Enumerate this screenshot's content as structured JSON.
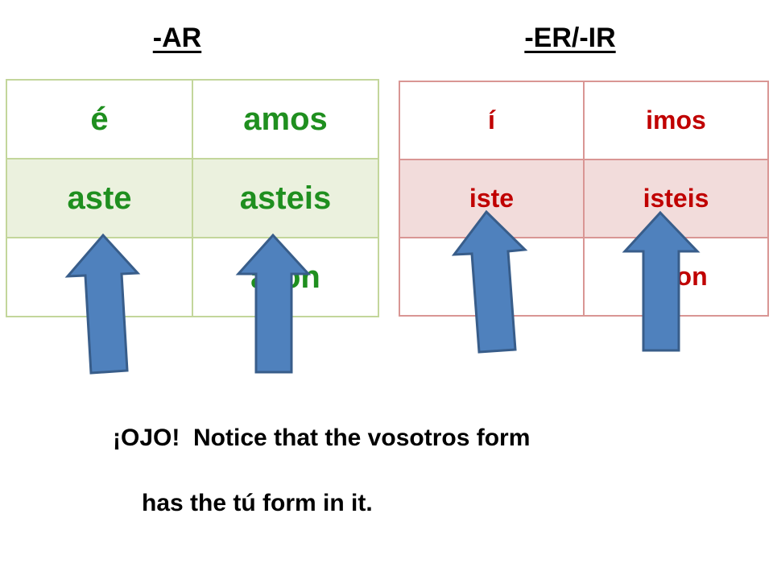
{
  "headings": {
    "ar": "-AR",
    "er_ir": "-ER/-IR"
  },
  "ar_table": {
    "rows": [
      [
        "é",
        "amos"
      ],
      [
        "aste",
        "asteis"
      ],
      [
        "",
        "aron"
      ]
    ]
  },
  "er_ir_table": {
    "rows": [
      [
        "í",
        "imos"
      ],
      [
        "iste",
        "isteis"
      ],
      [
        "",
        "ieron"
      ]
    ]
  },
  "note": {
    "line1": "¡OJO!  Notice that the vosotros form",
    "line2": "has the tú form in it."
  },
  "colors": {
    "ar_text": "#1f8f1f",
    "ar_border": "#c3d69b",
    "ar_shade": "#ebf1de",
    "er_text": "#c00000",
    "er_border": "#d99694",
    "er_shade": "#f2dcdb",
    "arrow_fill": "#4f81bd",
    "arrow_stroke": "#385d8a"
  },
  "icons": [
    "up-arrow-icon"
  ]
}
